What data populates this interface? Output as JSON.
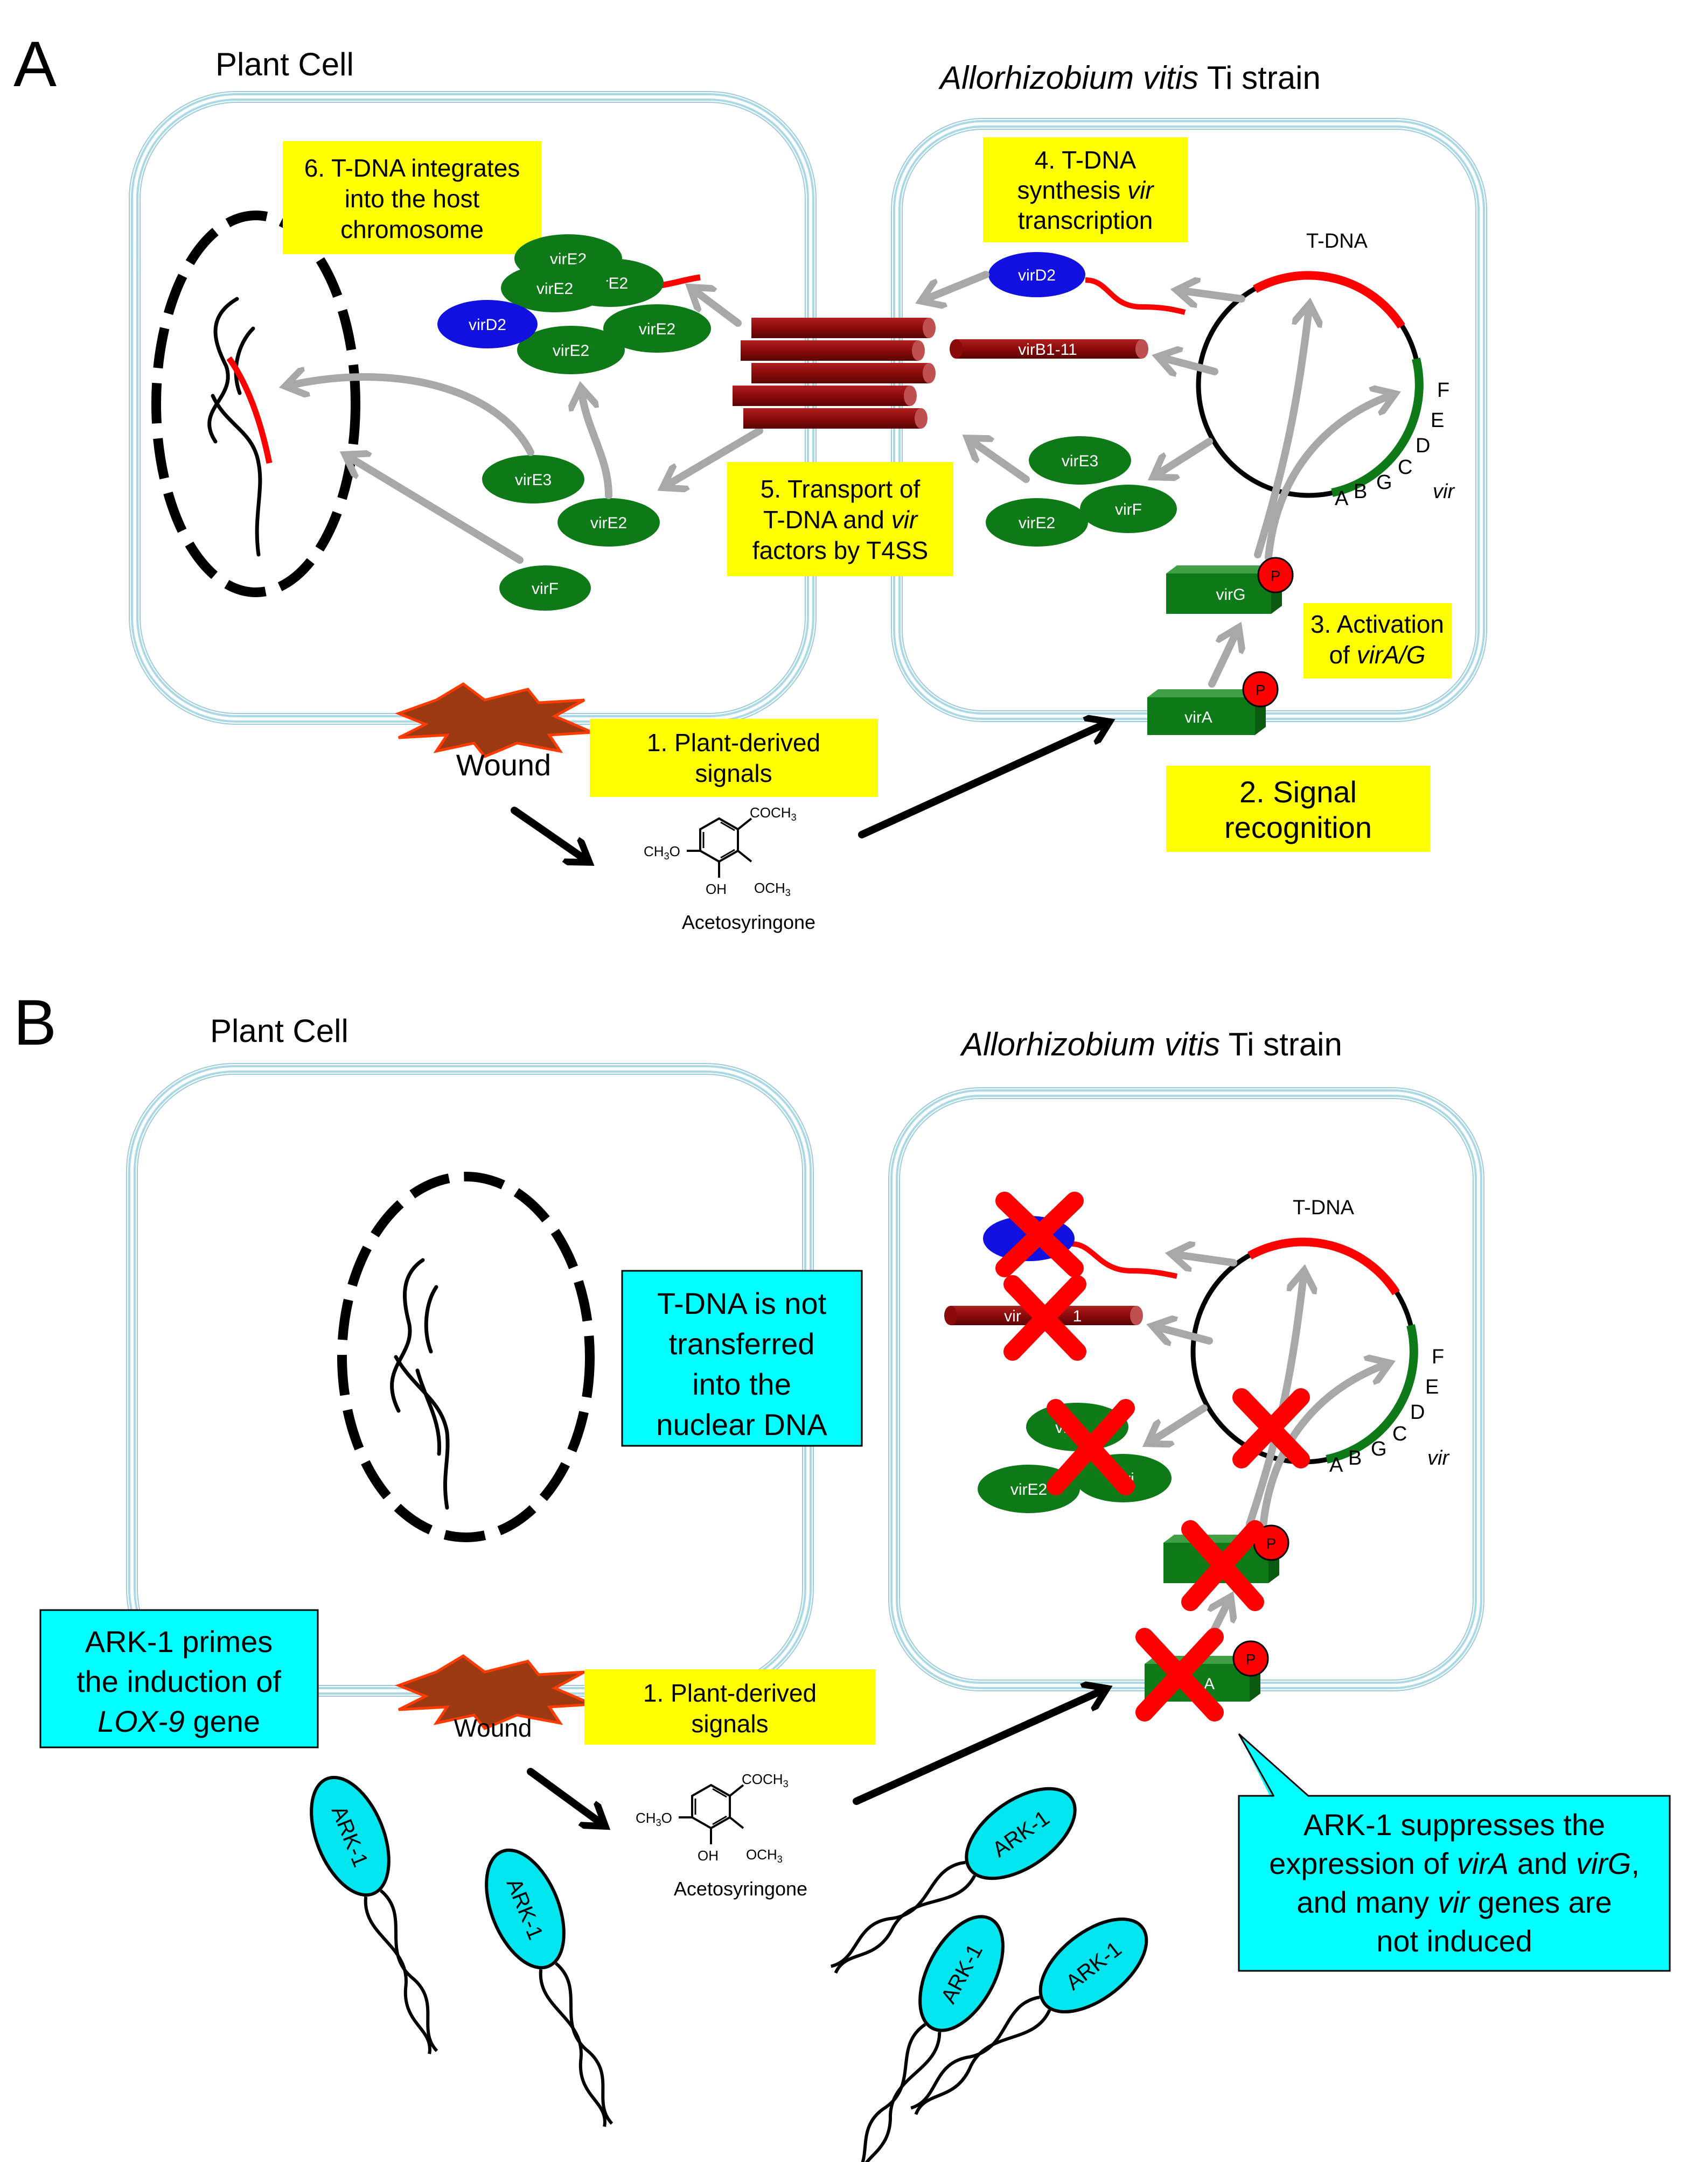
{
  "panel_a": {
    "letter": "A",
    "plant_cell_title": "Plant Cell",
    "bacterium_title_italic": "Allorhizobium vitis",
    "bacterium_title_rest": " Ti strain",
    "steps": {
      "s1_line1": "1. Plant-derived",
      "s1_line2": "signals",
      "s2_line1": "2. Signal",
      "s2_line2": "recognition",
      "s3_line1": "3. Activation",
      "s3_pre": "of ",
      "s3_italic": "virA/G",
      "s4_line1": "4. T-DNA",
      "s4_pre": "synthesis ",
      "s4_italic": "vir",
      "s4_line3": "transcription",
      "s5_line1": "5. Transport of",
      "s5_pre": "T-DNA and ",
      "s5_italic": "vir",
      "s5_line3": "factors by T4SS",
      "s6_line1": "6. T-DNA integrates",
      "s6_line2": "into the host",
      "s6_line3": "chromosome"
    },
    "wound": "Wound",
    "tdna": "T-DNA",
    "vir": "vir",
    "vir_letters": [
      "F",
      "E",
      "D",
      "C",
      "G",
      "B",
      "A"
    ],
    "proteins": {
      "virE2": "virE2",
      "virD2": "virD2",
      "virE3": "virE3",
      "virF": "virF",
      "virG": "virG",
      "virA": "virA",
      "virB": "virB1-11",
      "P": "P"
    },
    "acetosyringone": {
      "name": "Acetosyringone",
      "coch3": "COCH",
      "ch3o": "CH",
      "oh": "OH",
      "och3": "OCH",
      "sub3": "3",
      "o": "O"
    }
  },
  "panel_b": {
    "letter": "B",
    "plant_cell_title": "Plant Cell",
    "bacterium_title_italic": "Allorhizobium vitis",
    "bacterium_title_rest": " Ti strain",
    "not_transferred": [
      "T-DNA is not",
      "transferred",
      "into the",
      "nuclear DNA"
    ],
    "ark_primes_line1": "ARK-1 primes",
    "ark_primes_line2": "the induction of",
    "ark_primes_italic": "LOX-9",
    "ark_primes_rest": " gene",
    "suppress_line1": "ARK-1 suppresses the",
    "suppress_pre": "expression of ",
    "suppress_virA": "virA",
    "suppress_and": " and ",
    "suppress_virG": "virG",
    "suppress_comma": ",",
    "suppress_line3_pre": "and many ",
    "suppress_line3_italic": "vir",
    "suppress_line3_rest": " genes are",
    "suppress_line4": "not induced",
    "s1_line1": "1. Plant-derived",
    "s1_line2": "signals",
    "wound": "Wound",
    "tdna": "T-DNA",
    "vir": "vir",
    "vir_letters": [
      "F",
      "E",
      "D",
      "C",
      "G",
      "B",
      "A"
    ],
    "partial_labels": {
      "virB_partial": "vir",
      "virB_partial_end": "1",
      "vire3_partial": "vir",
      "virf_partial": "vi",
      "virE2": "virE2",
      "virA_partial": "A",
      "P": "P"
    },
    "acetosyringone": {
      "name": "Acetosyringone",
      "coch3": "COCH",
      "ch3o": "CH",
      "oh": "OH",
      "och3": "OCH",
      "sub3": "3",
      "o": "O"
    },
    "ark_label": "ARK-1"
  },
  "colors": {
    "cell_membrane": "#a9d8e6",
    "yellow_box": "#ffff00",
    "cyan_box": "#00ffff",
    "protein_green": "#0d7a17",
    "virD2_blue": "#1010e0",
    "tdna_red": "#ff0000",
    "t4ss_darkred": "#8b0a0a",
    "arrow_grey": "#a8a8a8"
  }
}
